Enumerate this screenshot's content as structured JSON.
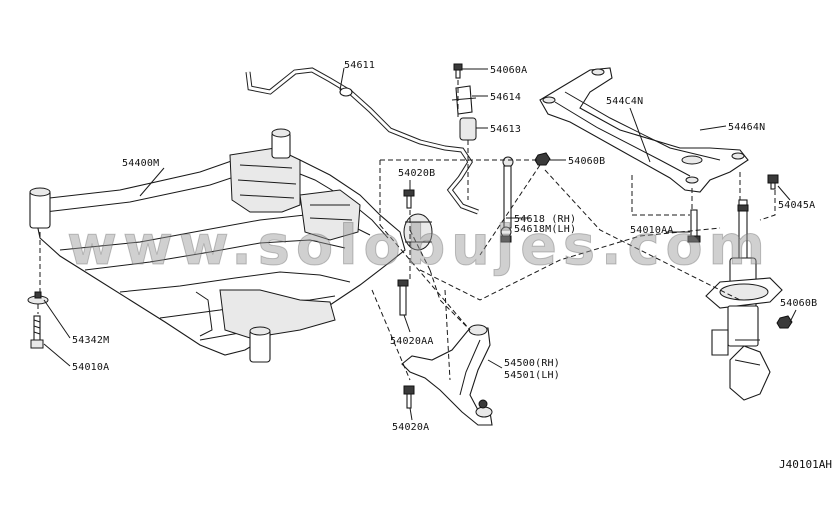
{
  "parts": {
    "p54611": "54611",
    "p54060A": "54060A",
    "p54614": "54614",
    "p54613": "54613",
    "p544C4N": "544C4N",
    "p54464N": "54464N",
    "p54060B_top": "54060B",
    "p54400M": "54400M",
    "p54020B": "54020B",
    "p54618": "54618 (RH)",
    "p54618M": "54618M(LH)",
    "p54010AA": "54010AA",
    "p54045A": "54045A",
    "p54060B_right": "54060B",
    "p54342M": "54342M",
    "p54010A": "54010A",
    "p54020AA": "54020AA",
    "p54500": "54500(RH)",
    "p54501": "54501(LH)",
    "p54020A": "54020A"
  },
  "diagram_code": "J40101AH",
  "watermark": "www.solobujes.com"
}
